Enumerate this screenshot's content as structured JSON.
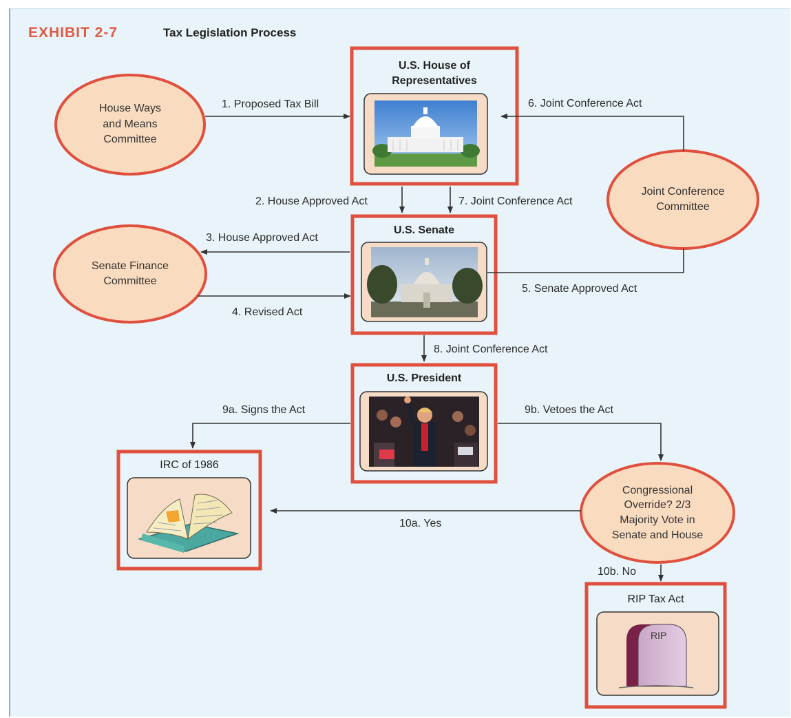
{
  "exhibit": {
    "label": "EXHIBIT 2-7",
    "title": "Tax Legislation Process"
  },
  "nodes": {
    "house": "U.S. House of\nRepresentatives",
    "senate": "U.S. Senate",
    "president": "U.S. President",
    "irc": "IRC of 1986",
    "rip_box": "RIP Tax Act",
    "rip_stone": "RIP",
    "ways_means": "House Ways\nand Means\nCommittee",
    "senate_finance": "Senate Finance\nCommittee",
    "joint_committee": "Joint Conference\nCommittee",
    "override": "Congressional\nOverride? 2/3\nMajority Vote in\nSenate and House"
  },
  "edges": {
    "e1": "1. Proposed Tax Bill",
    "e2": "2. House Approved Act",
    "e3": "3. House Approved Act",
    "e4": "4. Revised Act",
    "e5": "5. Senate Approved Act",
    "e6": "6. Joint Conference Act",
    "e7": "7. Joint Conference Act",
    "e8": "8. Joint Conference Act",
    "e9a": "9a. Signs the Act",
    "e9b": "9b. Vetoes the Act",
    "e10a": "10a. Yes",
    "e10b": "10b. No"
  },
  "colors": {
    "box_border": "#e0503f",
    "oval_fill": "#f9dcc0",
    "oval_border": "#e0503f",
    "panel_fill": "#f6dcc6",
    "background": "#e8f4f9",
    "arrow": "#333333"
  }
}
